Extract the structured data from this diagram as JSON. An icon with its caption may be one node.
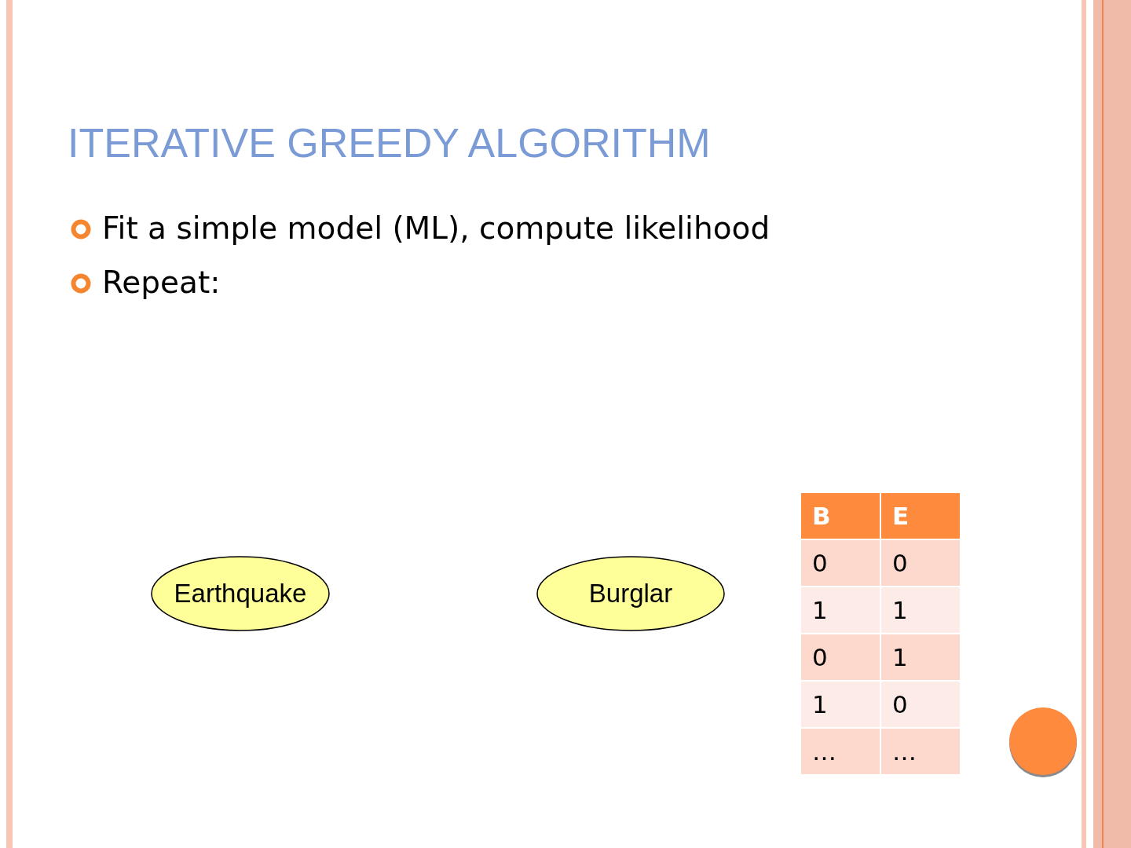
{
  "diagram": {
    "title": "ITERATIVE GREEDY ALGORITHM",
    "nodes": [
      {
        "text": [
          "Earthquake"
        ]
      },
      {
        "text": [
          "Burglar"
        ]
      }
    ],
    "labels": [
      "Fit a simple model (ML), compute likelihood",
      "Repeat:",
      "B",
      "E",
      "0",
      "0",
      "1",
      "1",
      "0",
      "1",
      "1",
      "0",
      "…",
      "…"
    ]
  }
}
